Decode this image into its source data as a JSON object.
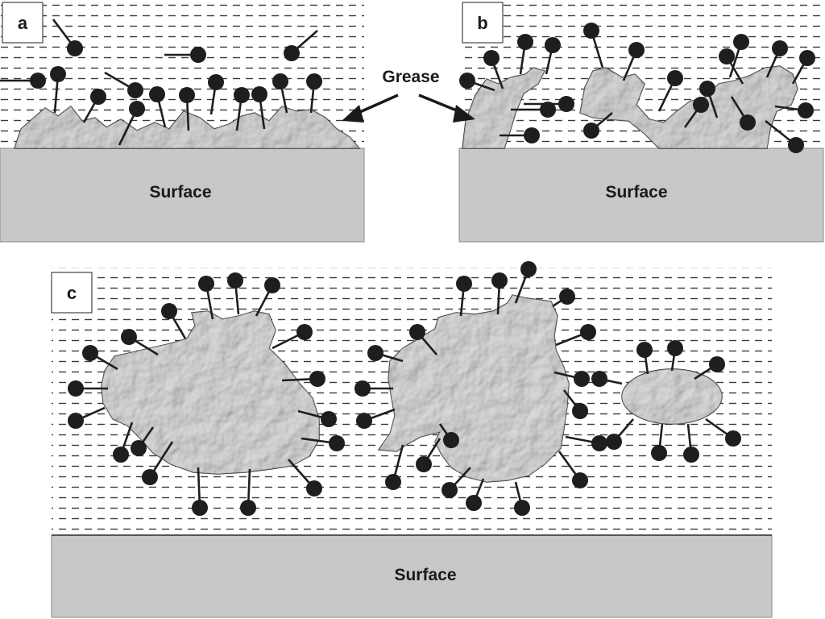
{
  "panels": [
    {
      "id": "a",
      "label": "a",
      "surface_label": "Surface"
    },
    {
      "id": "b",
      "label": "b",
      "surface_label": "Surface"
    },
    {
      "id": "c",
      "label": "c",
      "surface_label": "Surface"
    }
  ],
  "callout": {
    "label": "Grease"
  },
  "colors": {
    "liquid_dash": "#3a3a3a",
    "surface_fill": "#c8c8c8",
    "surface_edge": "#888888",
    "grease_fill": "#a8a8a8",
    "grease_edge": "#333333",
    "molecule_head": "#1e1e1e",
    "molecule_tail": "#1e1e1e"
  }
}
